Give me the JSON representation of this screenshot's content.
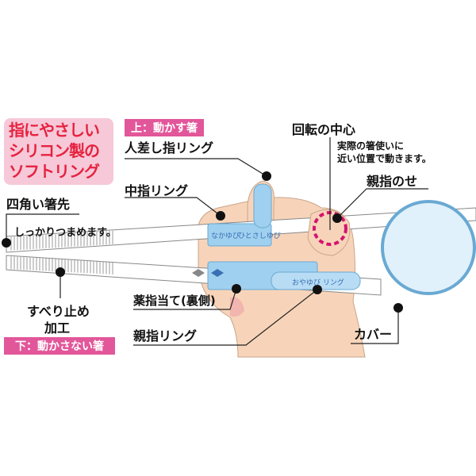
{
  "headline": [
    "指にやさしい",
    "シリコン製の",
    "ソフトリング"
  ],
  "upper_tag": "上：動かす箸",
  "lower_tag": "下：動かさない箸",
  "labels": {
    "index_ring": "人差し指リング",
    "middle_ring": "中指リング",
    "square_tip": "四角い箸先",
    "square_tip_note": "しっかりつまめます。",
    "rotation_center": "回転の中心",
    "rotation_note": [
      "実際の箸使いに",
      "近い位置で動きます。"
    ],
    "thumb_rest": "親指のせ",
    "anti_slip": [
      "すべり止め",
      "加工"
    ],
    "ring_finger_rest": "薬指当て(裏側)",
    "thumb_ring": "親指リング",
    "cover": "カバー"
  },
  "ring_prints": {
    "middle": "なかゆび",
    "index": "ひとさしゆび",
    "thumb": "おやゆび リング"
  },
  "colors": {
    "pink_tag": "#e2569a",
    "headline_red": "#e6223f",
    "ring_blue": "#9fd0ef",
    "skin": "#f7d4b9",
    "rotation_marker": "#d6136f"
  }
}
